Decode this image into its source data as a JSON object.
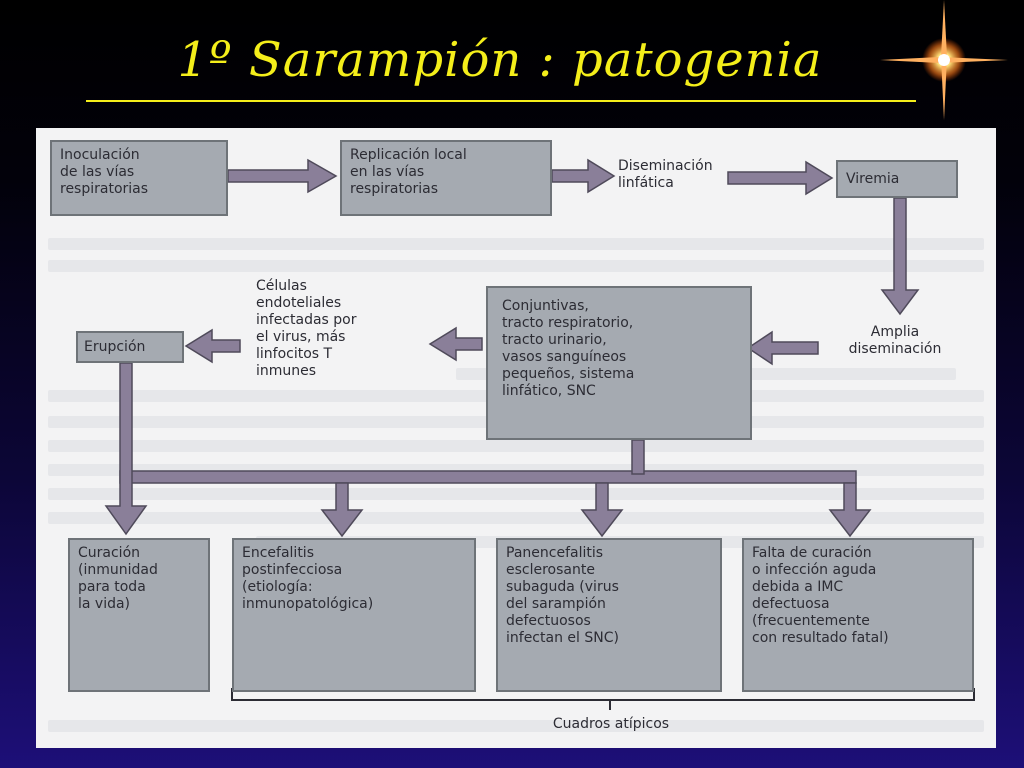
{
  "slide": {
    "title": "1º Sarampión : patogenia"
  },
  "diagram": {
    "inoculation": "Inoculación\nde las vías\nrespiratorias",
    "local_replication": "Replicación local\nen las vías\nrespiratorias",
    "lymphatic_spread": "Diseminación\nlinfática",
    "viremia": "Viremia",
    "wide_spread": "Amplia\ndiseminación",
    "organs": "Conjuntivas,\ntracto respiratorio,\ntracto urinario,\nvasos sanguíneos\npequeños, sistema\nlinfático, SNC",
    "endothelial_cells": "Células\nendoteliales\ninfectadas por\nel virus, más\nlinfocitos T\ninmunes",
    "rash": "Erupción",
    "cure": "Curación\n(inmunidad\npara toda\nla vida)",
    "encephalitis": "Encefalitis\npostinfecciosa\n(etiología:\ninmunopatológica)",
    "sspe": "Panencefalitis\nesclerosante\nsubaguda (virus\ndel sarampión\ndefectuosos\ninfectan el SNC)",
    "cure_failure": "Falta de curación\no infección aguda\ndebida a IMC\ndefectuosa\n(frecuentemente\ncon resultado fatal)",
    "atypical": "Cuadros atípicos"
  },
  "colors": {
    "title": "#f4ee1a",
    "box_fill": "#a5aab1",
    "arrow_fill": "#8a7f99",
    "figure_bg": "#f3f3f4"
  }
}
